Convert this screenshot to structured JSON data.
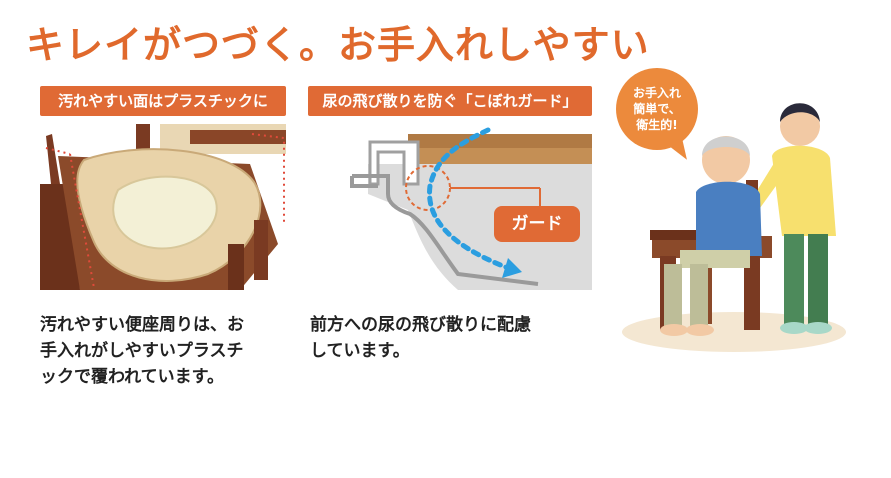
{
  "headline": "キレイがつづく。お手入れしやすい",
  "features": [
    {
      "tag": "汚れやすい面はプラスチックに",
      "description_lines": [
        "汚れやすい便座周りは、お",
        "手入れがしやすいプラスチ",
        "ックで覆われています。"
      ]
    },
    {
      "tag": "尿の飛び散りを防ぐ「こぼれガード」",
      "callout": "ガード",
      "description_lines": [
        "前方への尿の飛び散りに配慮",
        "しています。"
      ]
    }
  ],
  "bubble_lines": [
    "お手入れ",
    "簡単で、",
    "衛生的!"
  ],
  "colors": {
    "accent": "#e0692c",
    "tag_bg": "#e06a35",
    "bubble_bg": "#ec8a3c",
    "guide_arrow": "#2b9ee0"
  },
  "icons": [
    "toilet-chair-seat-photo",
    "splash-guard-diagram",
    "caregiver-and-elder-illustration"
  ]
}
